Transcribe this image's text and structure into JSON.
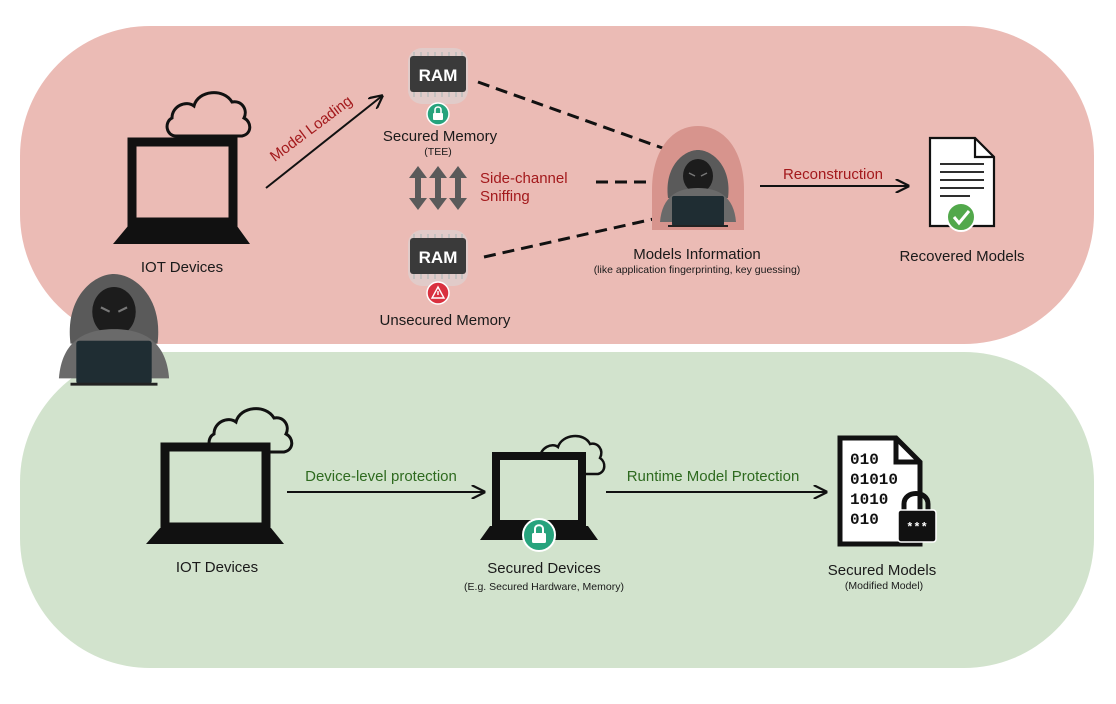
{
  "attack": {
    "iot_label": "IOT Devices",
    "model_loading": "Model Loading",
    "ram_text": "RAM",
    "secured_memory": "Secured Memory",
    "secured_memory_sub": "(TEE)",
    "side_channel_1": "Side-channel",
    "side_channel_2": "Sniffing",
    "unsecured_memory": "Unsecured Memory",
    "models_info": "Models Information",
    "models_info_sub": "(like application fingerprinting, key guessing)",
    "reconstruction": "Reconstruction",
    "recovered_models": "Recovered Models"
  },
  "protection": {
    "iot_label": "IOT Devices",
    "device_level": "Device-level protection",
    "secured_devices": "Secured Devices",
    "secured_devices_sub": "(E.g. Secured Hardware, Memory)",
    "runtime": "Runtime Model Protection",
    "secured_models": "Secured Models",
    "secured_models_sub": "(Modified Model)",
    "binary_lines": [
      "010",
      "01010",
      "1010",
      "010"
    ],
    "password_mask": "***"
  },
  "colors": {
    "attack_bg": "#ebbbb5",
    "protect_bg": "#d2e3cd",
    "attack_text": "#a3191c",
    "protect_text": "#2e6a1f",
    "lock_badge": "#27a37d",
    "warning_badge": "#d9313f",
    "check_badge": "#52a84b"
  }
}
